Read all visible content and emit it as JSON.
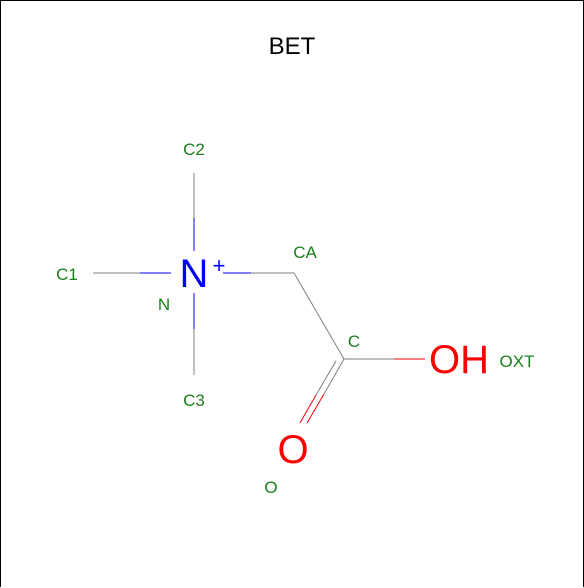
{
  "title": "BET",
  "colors": {
    "carbon_bond": "#808080",
    "nitrogen": "#0000ff",
    "oxygen": "#ff0000",
    "atom_label": "#1a7f1a",
    "background": "#ffffff"
  },
  "atoms": [
    {
      "id": "C1",
      "name": "C1"
    },
    {
      "id": "C2",
      "name": "C2"
    },
    {
      "id": "C3",
      "name": "C3"
    },
    {
      "id": "N",
      "name": "N",
      "element": "N",
      "charge": "+"
    },
    {
      "id": "CA",
      "name": "CA"
    },
    {
      "id": "C",
      "name": "C"
    },
    {
      "id": "O",
      "name": "O",
      "element": "O"
    },
    {
      "id": "OXT",
      "name": "OXT",
      "element": "OH"
    }
  ],
  "bonds": [
    {
      "from": "N",
      "to": "C1",
      "order": 1
    },
    {
      "from": "N",
      "to": "C2",
      "order": 1
    },
    {
      "from": "N",
      "to": "C3",
      "order": 1
    },
    {
      "from": "N",
      "to": "CA",
      "order": 1
    },
    {
      "from": "CA",
      "to": "C",
      "order": 1
    },
    {
      "from": "C",
      "to": "O",
      "order": 2
    },
    {
      "from": "C",
      "to": "OXT",
      "order": 1
    }
  ]
}
